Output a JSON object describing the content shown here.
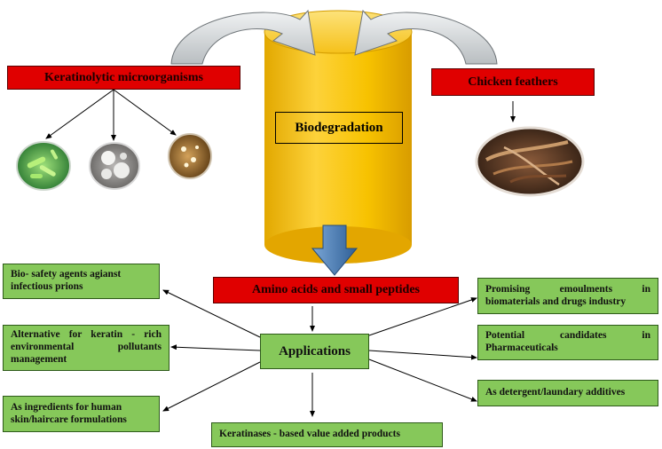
{
  "sources": {
    "microorganisms": "Keratinolytic microorganisms",
    "feathers": "Chicken feathers"
  },
  "center": {
    "process": "Biodegradation",
    "products": "Amino acids and small peptides",
    "applications": "Applications"
  },
  "applications": {
    "bio_safety": "Bio- safety agents agianst infectious prions",
    "alternative": "Alternative for keratin - rich environmental pollutants management",
    "skincare": "As ingredients for human skin/haircare formulations",
    "keratinases": "Keratinases - based value added products",
    "emoulments": "Promising emoulments in biomaterials and drugs industry",
    "pharma": "Potential candidates in Pharmaceuticals",
    "detergent": "As detergent/laundary additives"
  },
  "colors": {
    "red_box": "#e00000",
    "green_box": "#86c85a",
    "cylinder": "#f7c200",
    "down_arrow": "#4a7fb5",
    "curved_arrow": "#cfd4d6"
  },
  "icons": [
    "bacteria-photo-icon",
    "colony-plate-photo-icon",
    "petri-dish-photo-icon",
    "feathers-photo-icon"
  ]
}
